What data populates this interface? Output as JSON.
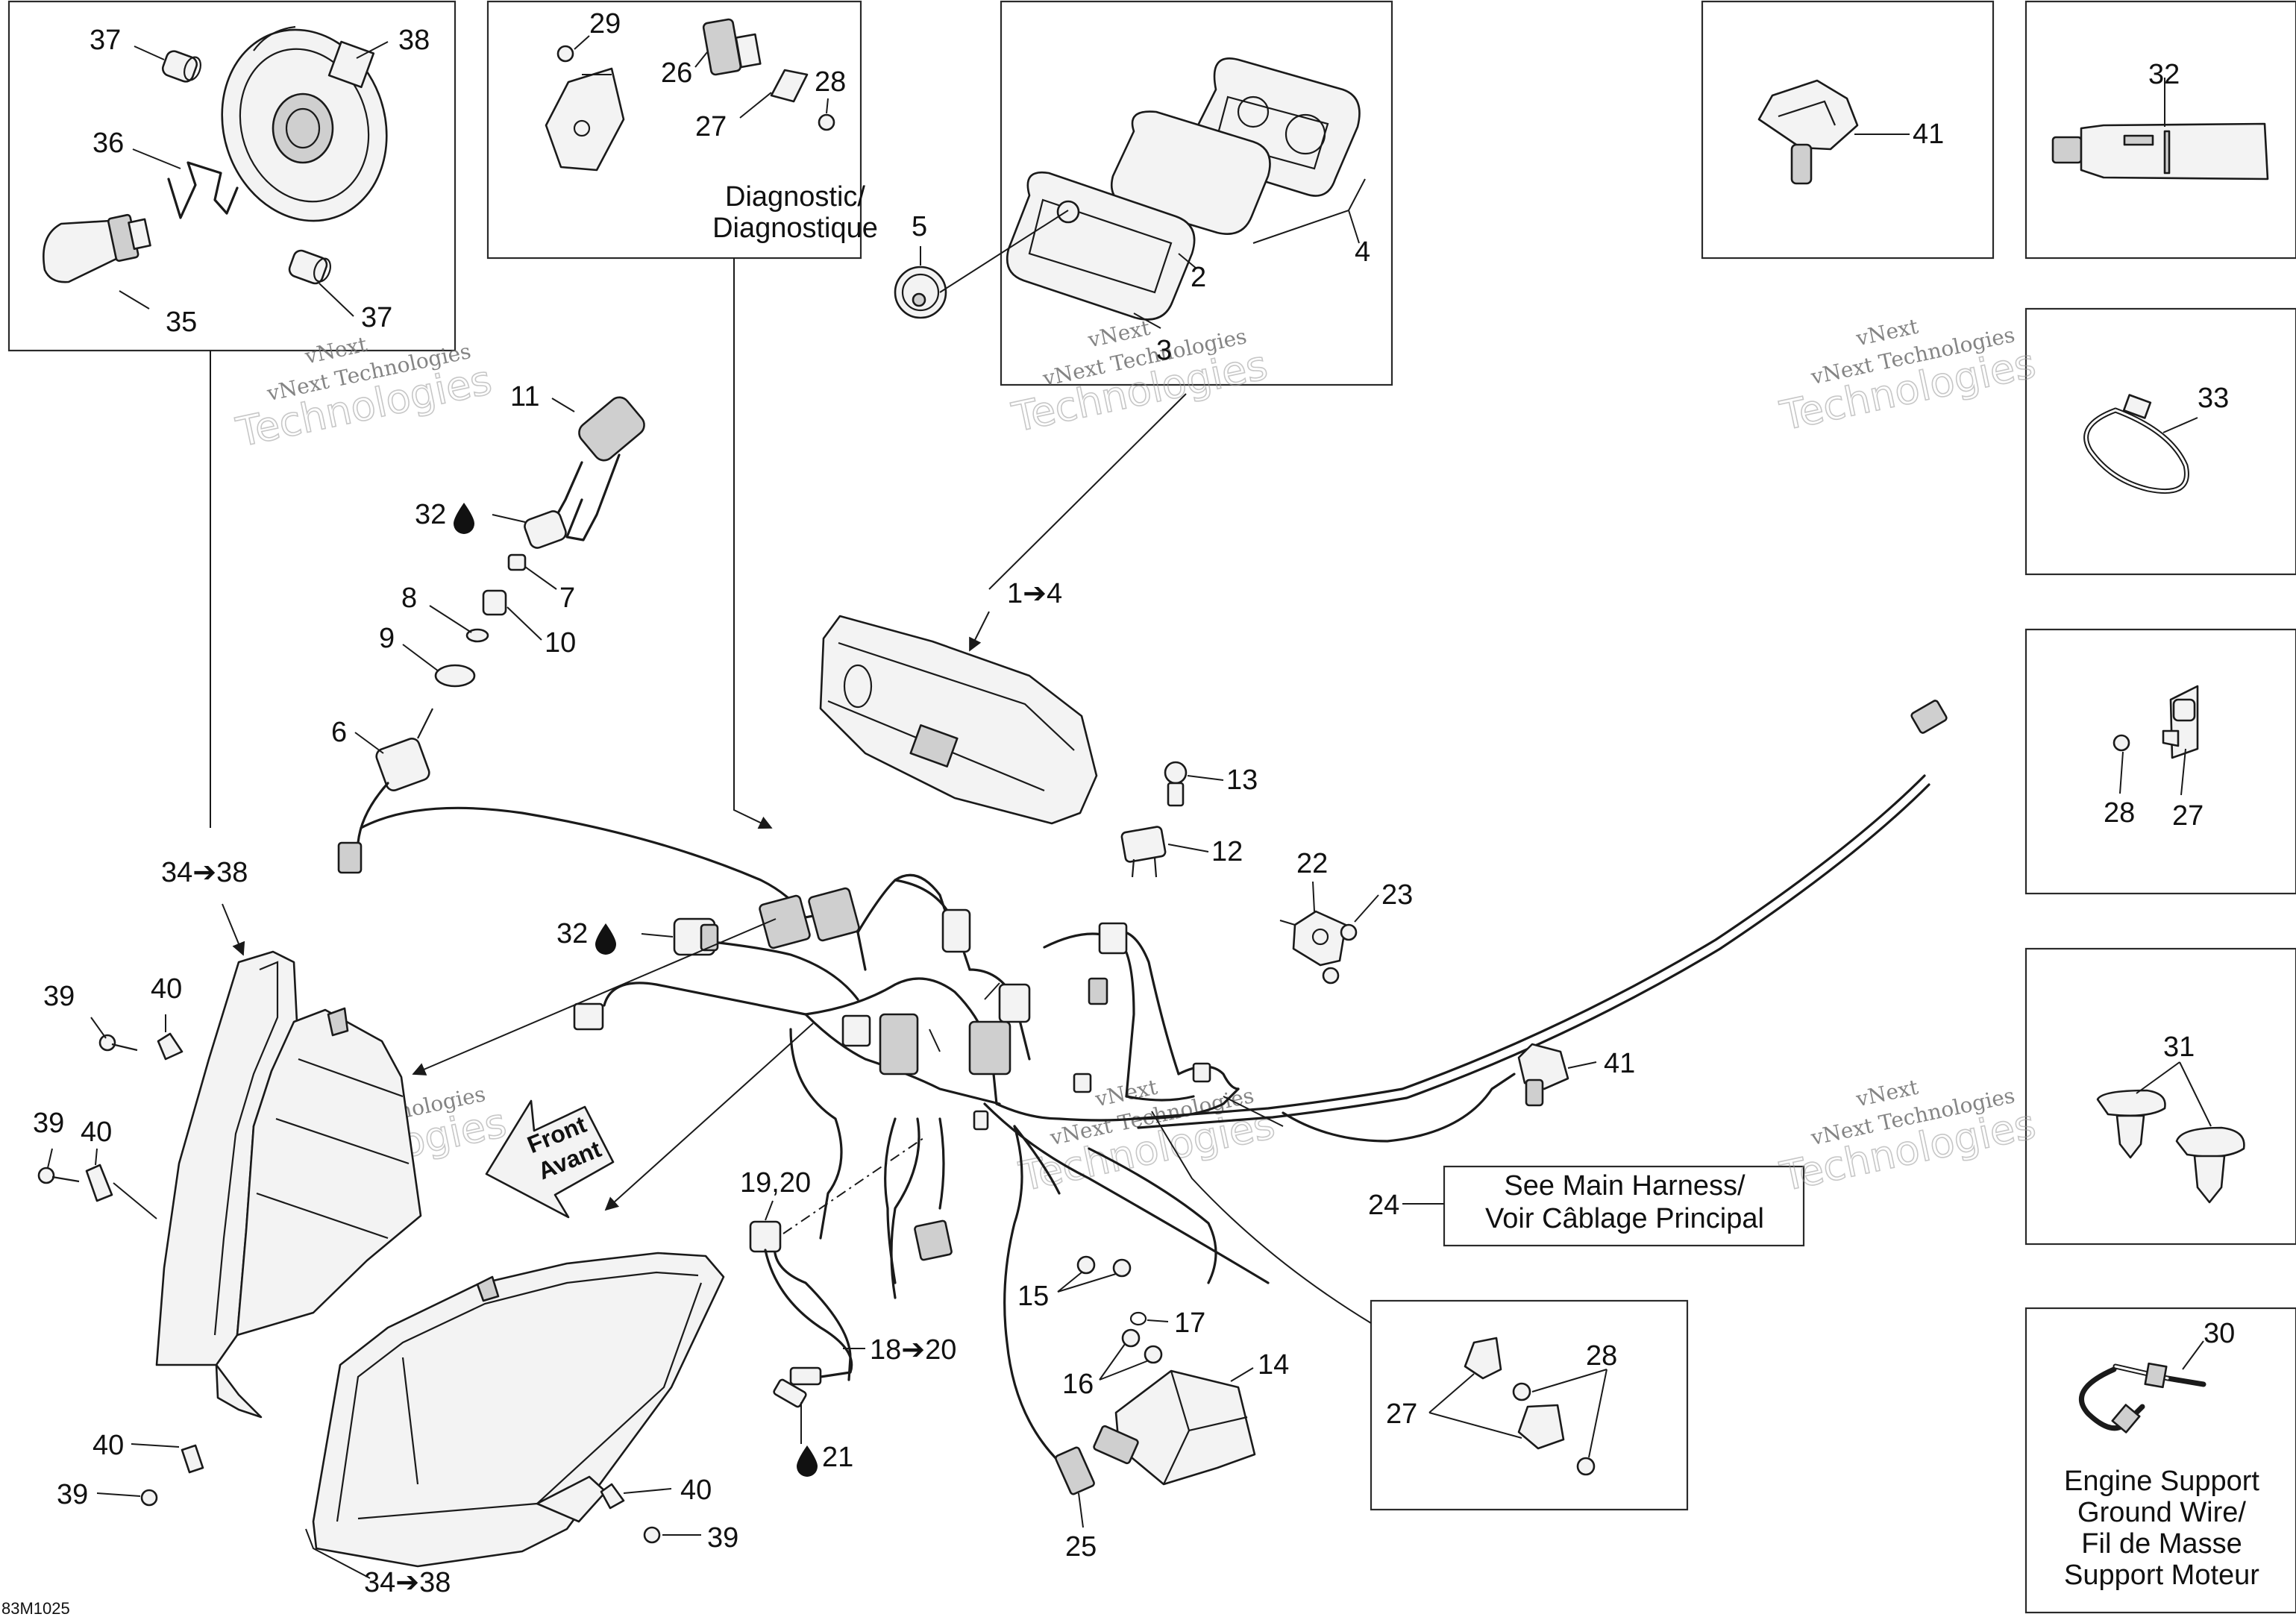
{
  "code": "83M1025",
  "captions": {
    "diagnostic_line1": "Diagnostic/",
    "diagnostic_line2": "Diagnostique",
    "main_harness_line1": "See Main Harness/",
    "main_harness_line2": "Voir Câblage Principal",
    "engine_line1": "Engine Support",
    "engine_line2": "Ground Wire/",
    "engine_line3": "Fil de Masse",
    "engine_line4": "Support Moteur",
    "front_line1": "Front",
    "front_line2": "Avant"
  },
  "watermark": {
    "line1": "vNext",
    "line2": "vNext Technologies",
    "line3": "Technologies"
  },
  "callouts": {
    "c37a": "37",
    "c38a": "38",
    "c36": "36",
    "c35": "35",
    "c37b": "37",
    "c29": "29",
    "c26": "26",
    "c28a": "28",
    "c27a": "27",
    "c5": "5",
    "c2": "2",
    "c3": "3",
    "c4": "4",
    "c41a": "41",
    "c32a": "32",
    "c33": "33",
    "c28b": "28",
    "c27b": "27",
    "c31": "31",
    "c30": "30",
    "c11": "11",
    "c32b": "32",
    "c7": "7",
    "c8": "8",
    "c10": "10",
    "c9": "9",
    "c6": "6",
    "c1to4": "1➔4",
    "c13": "13",
    "c12": "12",
    "c22": "22",
    "c23": "23",
    "c34a": "34➔38",
    "c32c": "32",
    "c41b": "41",
    "c39a": "39",
    "c40a": "40",
    "c39b": "39",
    "c40b": "40",
    "c1920": "19,20",
    "c24": "24",
    "c15": "15",
    "c17": "17",
    "c16": "16",
    "c14": "14",
    "c18to20": "18➔20",
    "c21": "21",
    "c28c": "28",
    "c27c": "27",
    "c40c": "40",
    "c39c": "39",
    "c40d": "40",
    "c39d": "39",
    "c25": "25",
    "c34b": "34➔38"
  }
}
